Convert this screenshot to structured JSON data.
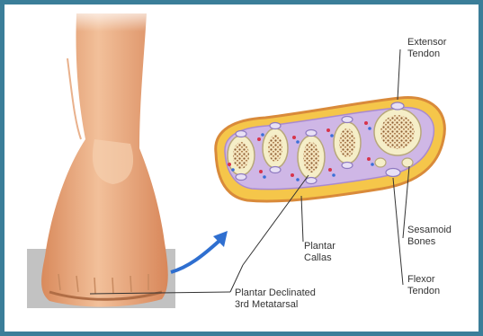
{
  "labels": {
    "extensor_tendon": "Extensor\nTendon",
    "sesamoid_bones": "Sesamoid\nBones",
    "plantar_callus": "Plantar\nCallas",
    "flexor_tendon": "Flexor\nTendon",
    "plantar_declinated": "Plantar Declinated\n3rd Metatarsal"
  },
  "colors": {
    "frame": "#3b7e99",
    "skin": "#e8a57d",
    "fat_pad": "#f5c64a",
    "soft_tissue": "#cfb7e6",
    "bone": "#f5eec8",
    "marrow": "#9a6b3e",
    "arrow": "#2f6fd0"
  },
  "icons": {
    "arrow": "curved-arrow-icon"
  }
}
